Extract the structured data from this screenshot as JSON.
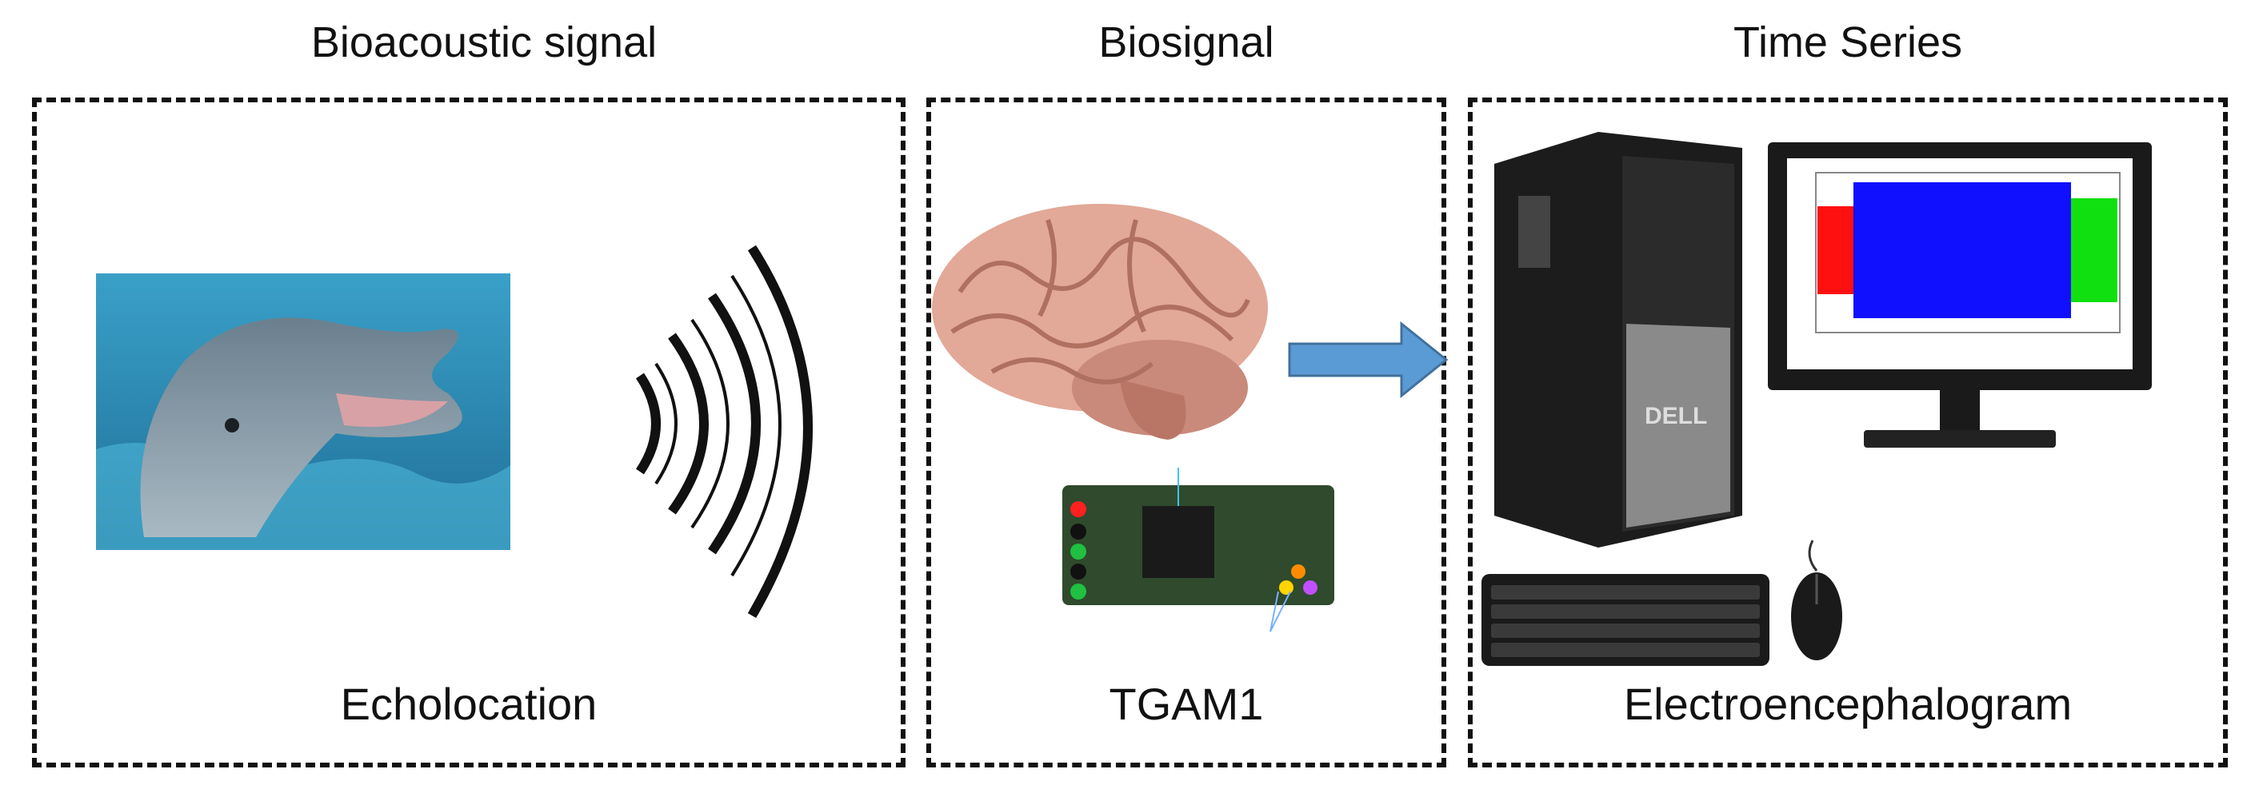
{
  "panels": [
    {
      "heading": "Bioacoustic signal",
      "caption": "Echolocation"
    },
    {
      "heading": "Biosignal",
      "caption": "TGAM1"
    },
    {
      "heading": "Time Series",
      "caption": "Electroencephalogram"
    }
  ],
  "icons": [
    "dolphin-photo",
    "sound-waves-icon",
    "brain-icon",
    "tgam1-board",
    "arrow-right-icon",
    "desktop-computer-icon",
    "monitor-eeg-plot",
    "keyboard-icon",
    "mouse-icon"
  ],
  "colors": {
    "arrow": "#5b9bd5",
    "eeg_red": "#ff1010",
    "eeg_blue": "#1010ff",
    "eeg_green": "#10e010",
    "board": "#2f4a2c"
  }
}
